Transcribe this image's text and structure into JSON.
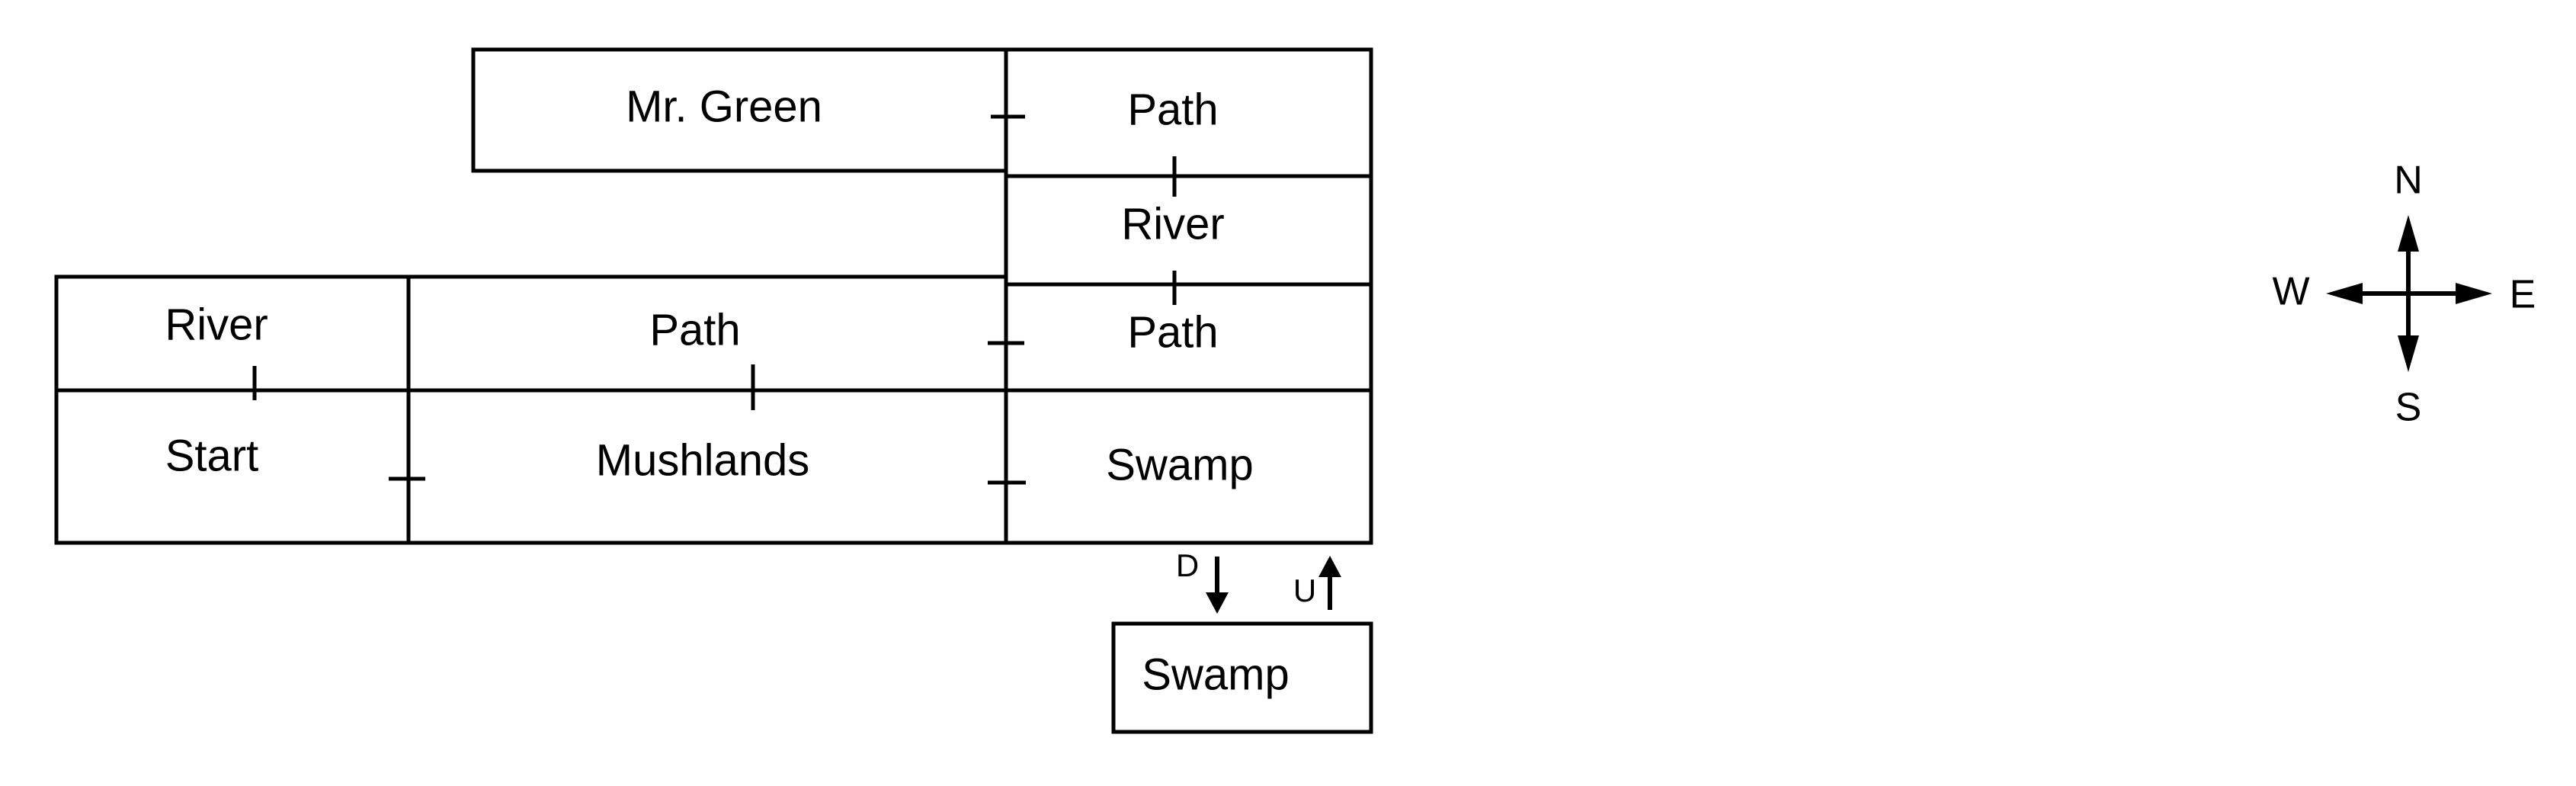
{
  "rooms": {
    "mr_green": "Mr. Green",
    "path_north": "Path",
    "river_east": "River",
    "path_east": "Path",
    "river_west": "River",
    "path_middle": "Path",
    "start": "Start",
    "mushlands": "Mushlands",
    "swamp_upper": "Swamp",
    "swamp_lower": "Swamp"
  },
  "connectors": {
    "down_label": "D",
    "up_label": "U"
  },
  "compass": {
    "north": "N",
    "south": "S",
    "east": "E",
    "west": "W"
  }
}
